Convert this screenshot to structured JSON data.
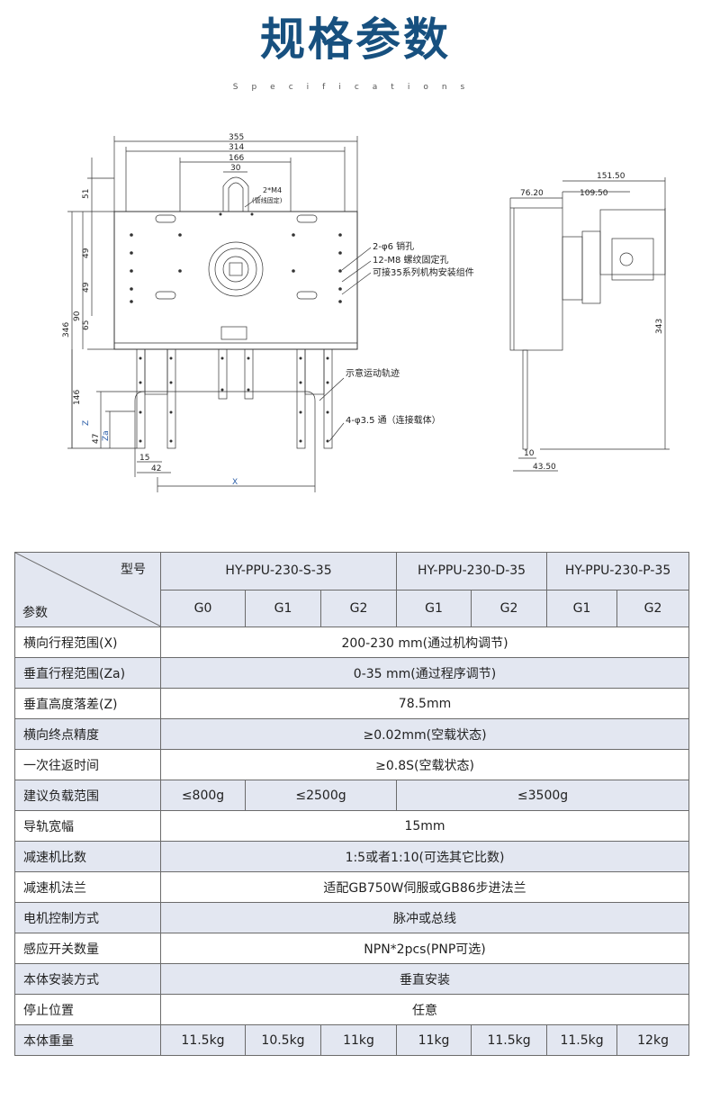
{
  "header": {
    "title": "规格参数",
    "subtitle": "Specifications"
  },
  "drawing": {
    "front_dims": {
      "d355": "355",
      "d314": "314",
      "d166": "166",
      "d30": "30",
      "d51": "51",
      "d49a": "49",
      "d49b": "49",
      "d90": "90",
      "d65": "65",
      "d346": "346",
      "d146": "146",
      "d47": "47",
      "d15": "15",
      "d42": "42",
      "z": "Z",
      "za": "Za",
      "x": "X"
    },
    "side_dims": {
      "d151": "151.50",
      "d76": "76.20",
      "d109": "109.50",
      "d343": "343",
      "d10": "10",
      "d43": "43.50"
    },
    "notes": {
      "m4": "2*M4",
      "m4_sub": "(管线固定)",
      "pin": "2-φ6 销孔",
      "bolt": "12-M8 螺纹固定孔",
      "mount": "可接35系列机构安装组件",
      "track": "示意运动轨迹",
      "through": "4-φ3.5 通（连接载体）"
    }
  },
  "table": {
    "corner_top": "型号",
    "corner_bottom": "参数",
    "models": [
      "HY-PPU-230-S-35",
      "HY-PPU-230-D-35",
      "HY-PPU-230-P-35"
    ],
    "grades": [
      "G0",
      "G1",
      "G2",
      "G1",
      "G2",
      "G1",
      "G2"
    ],
    "rows": [
      {
        "label": "横向行程范围(X)",
        "value": "200-230 mm(通过机构调节)"
      },
      {
        "label": "垂直行程范围(Za)",
        "value": "0-35 mm(通过程序调节)"
      },
      {
        "label": "垂直高度落差(Z)",
        "value": "78.5mm"
      },
      {
        "label": "横向终点精度",
        "value": "≥0.02mm(空载状态)"
      },
      {
        "label": "一次往返时间",
        "value": "≥0.8S(空载状态)"
      }
    ],
    "load": {
      "label": "建议负载范围",
      "values": [
        "≤800g",
        "≤2500g",
        "≤3500g"
      ]
    },
    "rows2": [
      {
        "label": "导轨宽幅",
        "value": "15mm"
      },
      {
        "label": "减速机比数",
        "value": "1:5或者1:10(可选其它比数)"
      },
      {
        "label": "减速机法兰",
        "value": "适配GB750W伺服或GB86步进法兰"
      },
      {
        "label": "电机控制方式",
        "value": "脉冲或总线"
      },
      {
        "label": "感应开关数量",
        "value": "NPN*2pcs(PNP可选)"
      },
      {
        "label": "本体安装方式",
        "value": "垂直安装"
      },
      {
        "label": "停止位置",
        "value": "任意"
      }
    ],
    "weight": {
      "label": "本体重量",
      "values": [
        "11.5kg",
        "10.5kg",
        "11kg",
        "11kg",
        "11.5kg",
        "11.5kg",
        "12kg"
      ]
    }
  }
}
